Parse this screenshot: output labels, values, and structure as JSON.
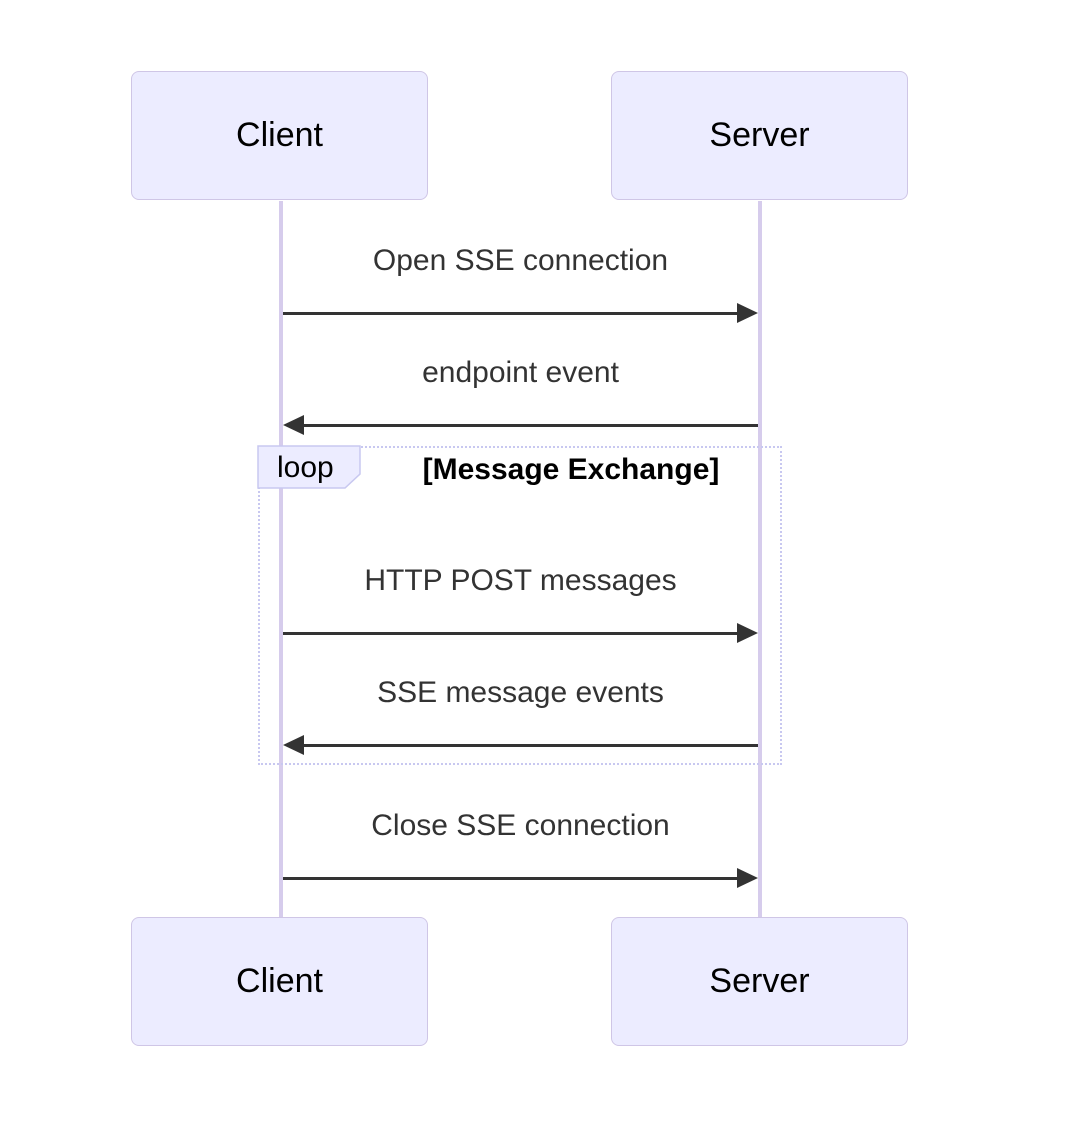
{
  "diagram": {
    "type": "sequence",
    "actors": {
      "client": {
        "label": "Client"
      },
      "server": {
        "label": "Server"
      }
    },
    "messages": [
      {
        "label": "Open SSE connection",
        "from": "client",
        "to": "server",
        "direction": "right",
        "in_loop": false
      },
      {
        "label": "endpoint event",
        "from": "server",
        "to": "client",
        "direction": "left",
        "in_loop": false
      },
      {
        "label": "HTTP POST messages",
        "from": "client",
        "to": "server",
        "direction": "right",
        "in_loop": true
      },
      {
        "label": "SSE message events",
        "from": "server",
        "to": "client",
        "direction": "left",
        "in_loop": true
      },
      {
        "label": "Close SSE connection",
        "from": "client",
        "to": "server",
        "direction": "right",
        "in_loop": false
      }
    ],
    "loop": {
      "label": "loop",
      "title": "[Message Exchange]"
    },
    "colors": {
      "actor_fill": "#ECECFF",
      "actor_border": "#CFC6E6",
      "lifeline": "#D6CCEC",
      "loop_border": "#C8C8F0",
      "signal_line": "#333333",
      "message_text": "#333333",
      "actor_text": "#000000",
      "background": "#FFFFFF"
    }
  }
}
